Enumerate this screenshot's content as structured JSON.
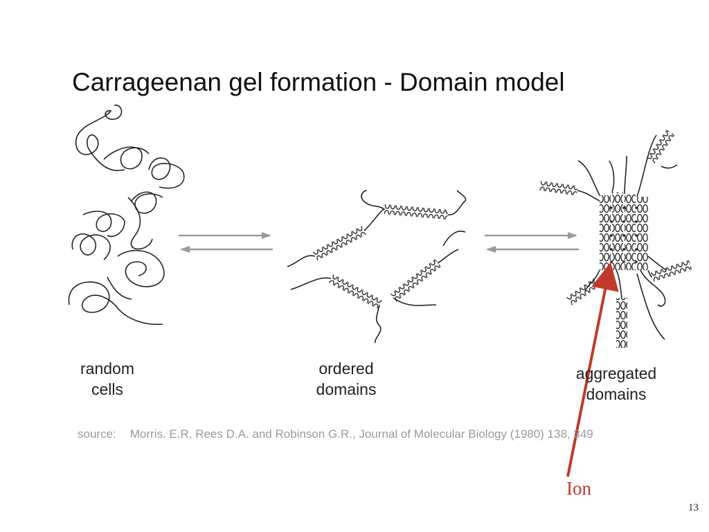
{
  "slide": {
    "title": "Carrageenan gel formation - Domain model",
    "labels": {
      "random_line1": "random",
      "random_line2": "cells",
      "ordered_line1": "ordered",
      "ordered_line2": "domains",
      "aggregated_line1": "aggregated",
      "aggregated_line2": "domains"
    },
    "source_key": "source:",
    "source_text": "Morris. E.R, Rees D.A. and Robinson G.R., Journal of Molecular Biology (1980) 138, 349",
    "annotation": "Ion",
    "page_number": "13"
  },
  "colors": {
    "annotation": "#c0392b",
    "arrows": "#9a9a9a",
    "strands": "#222222"
  },
  "icons": [
    "equilibrium-arrows-icon",
    "coil-icon",
    "helix-icon",
    "annotation-arrow-icon"
  ]
}
